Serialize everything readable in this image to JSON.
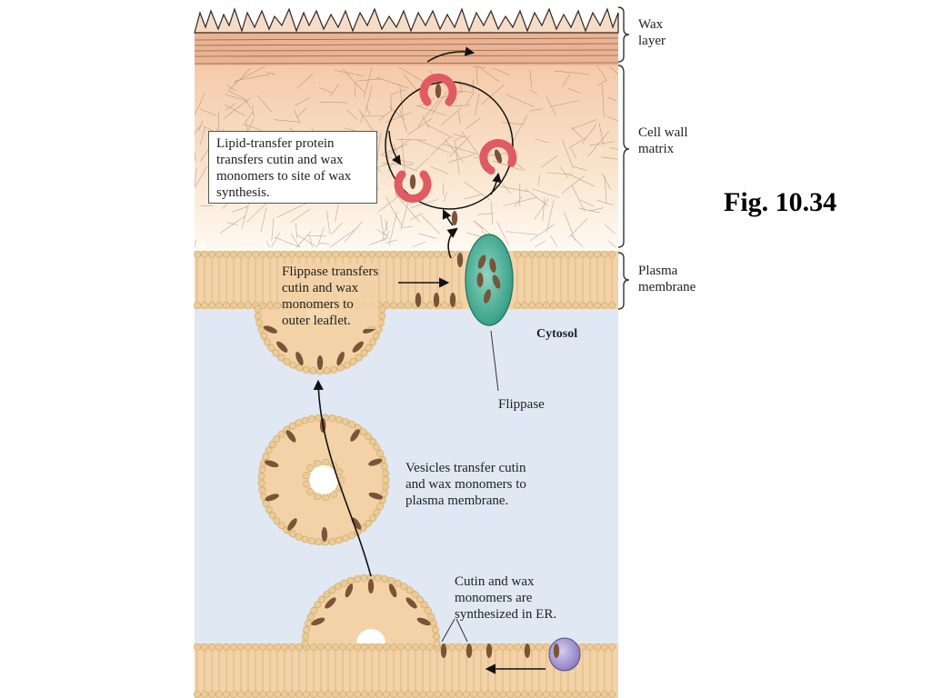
{
  "figure_label": "Fig. 10.34",
  "side_labels": {
    "wax_layer": "Wax\nlayer",
    "cell_wall_matrix": "Cell wall\nmatrix",
    "plasma_membrane": "Plasma\nmembrane"
  },
  "region_labels": {
    "cytosol": "Cytosol",
    "flippase": "Flippase"
  },
  "step_texts": {
    "lipid_transfer": "Lipid-transfer protein\ntransfers cutin and wax\nmonomers to site of wax\nsynthesis.",
    "flippase_transfer": "Flippase transfers\ncutin and wax\nmonomers to\nouter leaflet.",
    "vesicles_transfer": "Vesicles transfer cutin\nand wax monomers to\nplasma membrane.",
    "er_synthesis": "Cutin and wax\nmonomers are\nsynthesized in ER."
  },
  "colors": {
    "wax": "#e9b493",
    "cell_wall": "#f7e5cf",
    "membrane": "#f2d2a6",
    "bead": "#eccb96",
    "cytosol": "#dfe8f3",
    "monomer": "#7a5339",
    "lipid_transfer_protein": "#e05a61",
    "flippase": "#3aa58c",
    "er_enzyme": "#8f7fc2"
  }
}
